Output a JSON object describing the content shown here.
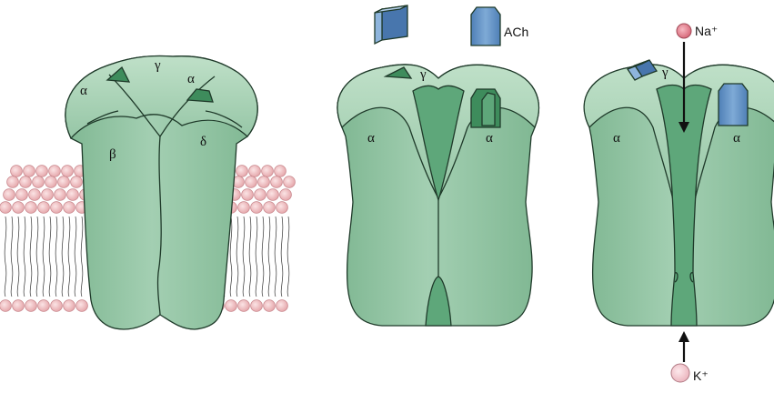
{
  "colors": {
    "receptor": "#92c4a3",
    "receptor_light": "#b2d8bd",
    "receptor_dark": "#4f9a6a",
    "outline": "#1f3a2a",
    "lipid_head": "#f1c9cb",
    "ligand": "#6a98c9",
    "na_ion": "#e58a98",
    "k_ion": "#f4cdd4"
  },
  "panel1": {
    "subunits": {
      "gamma": "γ",
      "alpha_left": "α",
      "alpha_right": "α",
      "beta": "β",
      "delta": "δ"
    }
  },
  "panel2": {
    "subunits": {
      "gamma": "γ",
      "alpha_left": "α",
      "alpha_right": "α"
    },
    "ligand_label": "ACh"
  },
  "panel3": {
    "subunits": {
      "gamma": "γ",
      "alpha_left": "α",
      "alpha_right": "α"
    },
    "na_label": "Na⁺",
    "k_label": "K⁺"
  }
}
